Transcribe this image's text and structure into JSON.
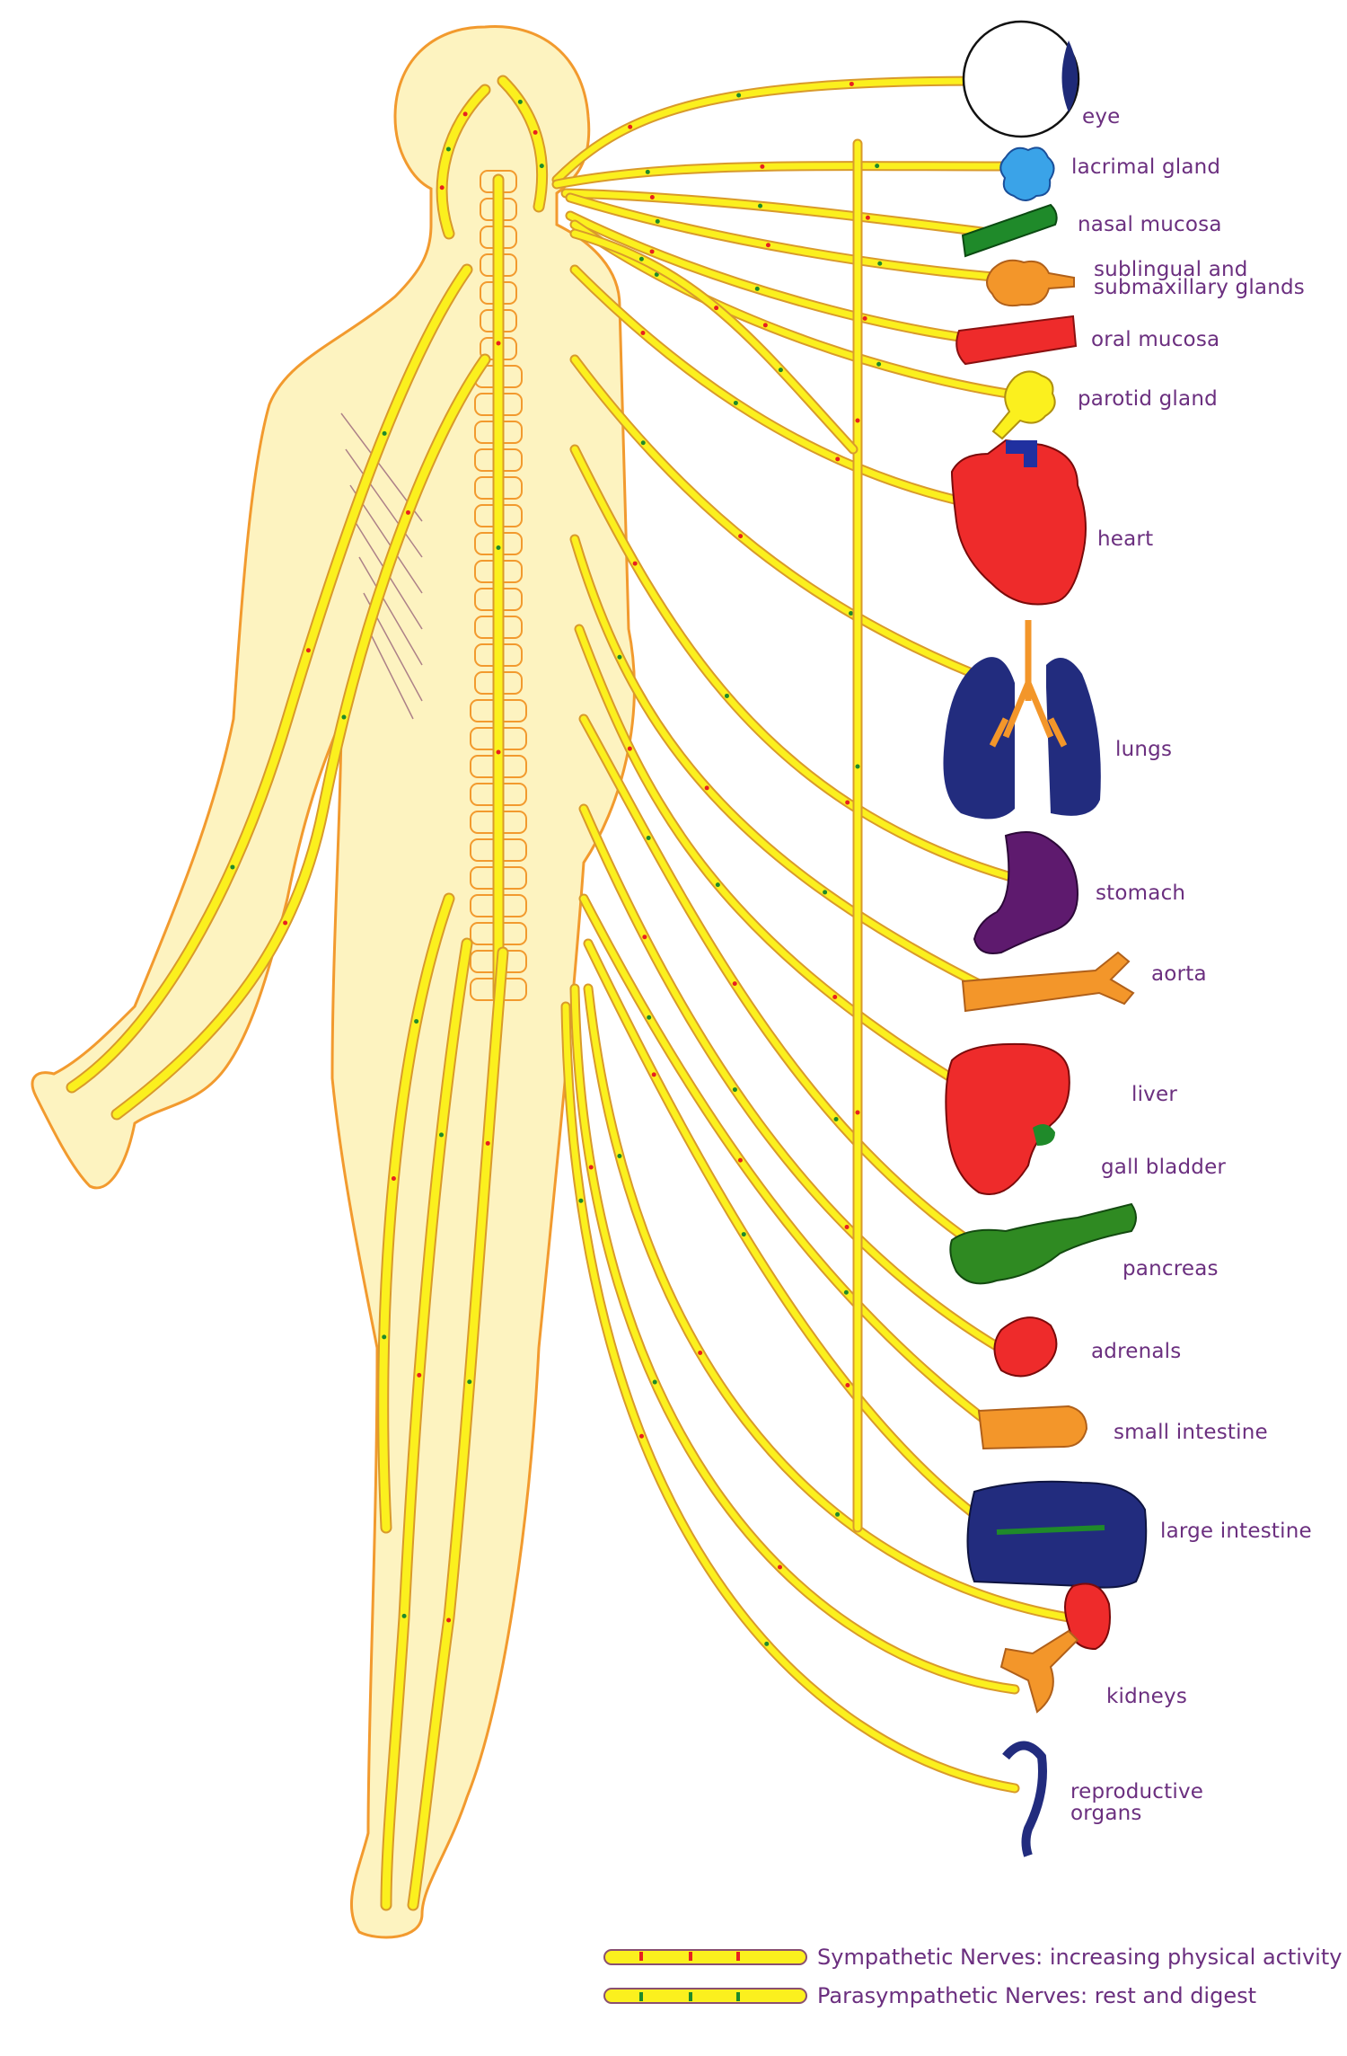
{
  "organs": [
    {
      "id": "eye",
      "label": "eye",
      "color": "#1e2a78"
    },
    {
      "id": "lacrimal",
      "label": "lacrimal gland",
      "color": "#3aa3e8"
    },
    {
      "id": "nasal",
      "label": "nasal mucosa",
      "color": "#1f8a2a"
    },
    {
      "id": "sublingual",
      "label": "sublingual and",
      "label2": "submaxillary glands",
      "color": "#f3962a"
    },
    {
      "id": "oral",
      "label": "oral mucosa",
      "color": "#ee2b2b"
    },
    {
      "id": "parotid",
      "label": "parotid gland",
      "color": "#fbf01e"
    },
    {
      "id": "heart",
      "label": "heart",
      "color": "#ee2b2b"
    },
    {
      "id": "lungs",
      "label": "lungs",
      "color": "#222c7e"
    },
    {
      "id": "stomach",
      "label": "stomach",
      "color": "#5e1a6e"
    },
    {
      "id": "aorta",
      "label": "aorta",
      "color": "#f3962a"
    },
    {
      "id": "liver",
      "label": "liver",
      "color": "#ee2b2b"
    },
    {
      "id": "gallbladder",
      "label": "gall bladder",
      "color": "#1f8a2a"
    },
    {
      "id": "pancreas",
      "label": "pancreas",
      "color": "#2f8a22"
    },
    {
      "id": "adrenals",
      "label": "adrenals",
      "color": "#ee2b2b"
    },
    {
      "id": "small_intestine",
      "label": "small intestine",
      "color": "#f3962a"
    },
    {
      "id": "large_intestine",
      "label": "large intestine",
      "color": "#222c7e"
    },
    {
      "id": "kidneys",
      "label": "kidneys",
      "color": "#ee2b2b"
    },
    {
      "id": "reproductive",
      "label": "reproductive",
      "label2": "organs",
      "color": "#222c7e"
    }
  ],
  "legend": [
    {
      "label": "Sympathetic Nerves: increasing physical activity",
      "marker_color": "#e82020"
    },
    {
      "label": "Parasympathetic Nerves: rest and digest",
      "marker_color": "#1f8a2a"
    }
  ],
  "colors": {
    "nerve": "#fbf01e",
    "nerve_outline": "#d99a2b",
    "body": "#fdf3c0",
    "body_outline": "#f29a2e",
    "text": "#6b2f7f"
  }
}
